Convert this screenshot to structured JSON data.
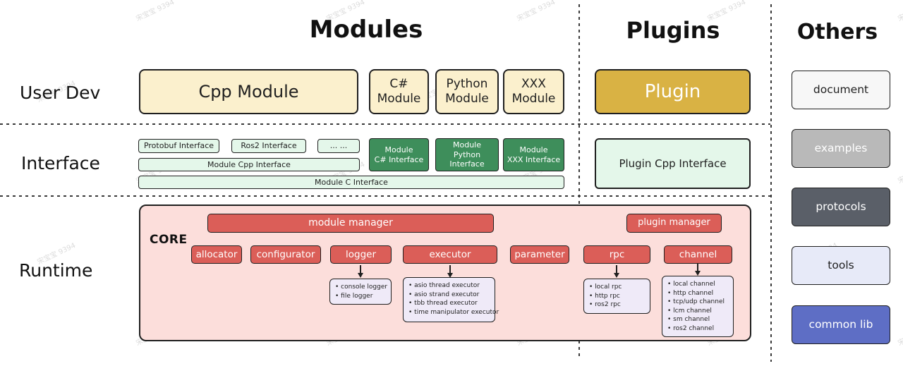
{
  "watermark": {
    "text": "宋宝宝 9394"
  },
  "headers": {
    "modules": "Modules",
    "plugins": "Plugins",
    "others": "Others"
  },
  "row_labels": {
    "user_dev": "User Dev",
    "interface": "Interface",
    "runtime": "Runtime"
  },
  "modules": {
    "user_dev": {
      "cpp": "Cpp Module",
      "csharp": "C#\nModule",
      "python": "Python\nModule",
      "xxx": "XXX\nModule"
    },
    "interface": {
      "protobuf": "Protobuf Interface",
      "ros2": "Ros2 Interface",
      "dots": "... ...",
      "module_cpp": "Module Cpp Interface",
      "module_c": "Module C Interface",
      "csharp": "Module\nC# Interface",
      "python": "Module\nPython Interface",
      "xxx": "Module\nXXX Interface"
    }
  },
  "plugins": {
    "plugin": "Plugin",
    "plugin_cpp_interface": "Plugin Cpp Interface"
  },
  "runtime": {
    "core": "CORE",
    "module_manager": "module manager",
    "plugin_manager": "plugin manager",
    "allocator": "allocator",
    "configurator": "configurator",
    "logger": "logger",
    "executor": "executor",
    "parameter": "parameter",
    "rpc": "rpc",
    "channel": "channel",
    "logger_items": [
      "console logger",
      "file logger"
    ],
    "executor_items": [
      "asio thread executor",
      "asio strand executor",
      "tbb thread executor",
      "time manipulator executor"
    ],
    "rpc_items": [
      "local rpc",
      "http rpc",
      "ros2 rpc"
    ],
    "channel_items": [
      "local channel",
      "http channel",
      "tcp/udp channel",
      "lcm channel",
      "sm channel",
      "ros2 channel"
    ]
  },
  "others": {
    "items": [
      {
        "label": "document",
        "bg": "#f7f7f7",
        "fg": "#1f1f1f"
      },
      {
        "label": "examples",
        "bg": "#b9b9b9",
        "fg": "#ffffff"
      },
      {
        "label": "protocols",
        "bg": "#5a5f68",
        "fg": "#ffffff"
      },
      {
        "label": "tools",
        "bg": "#e7eaf8",
        "fg": "#1f1f1f"
      },
      {
        "label": "common lib",
        "bg": "#5e6ec5",
        "fg": "#ffffff"
      }
    ]
  },
  "colors": {
    "cream": "#fbf0cd",
    "gold": "#d9b244",
    "light_green": "#e4f7ea",
    "green": "#3e8e5b",
    "pink": "#fcdedb",
    "red": "#db5e58",
    "lavender": "#efeaf8",
    "border": "#1f1f1f"
  }
}
